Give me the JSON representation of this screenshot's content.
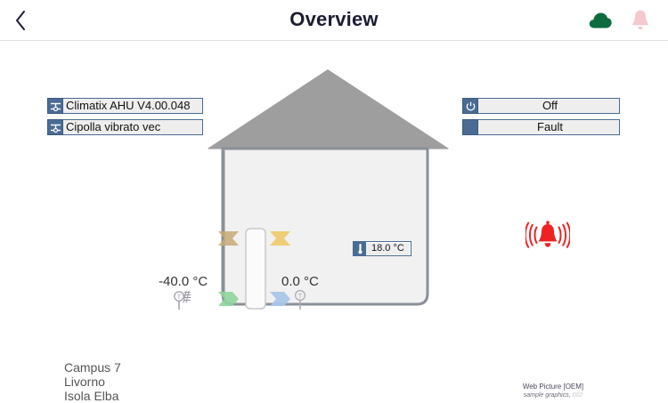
{
  "header": {
    "title": "Overview",
    "back_icon": "chevron-left-icon",
    "cloud_icon": "cloud-icon",
    "bell_icon": "bell-icon"
  },
  "device_boxes": [
    {
      "id": "ahu",
      "icon": "device-schematic-icon",
      "text": "Climatix AHU  V4.00.048"
    },
    {
      "id": "unit",
      "icon": "device-schematic-icon",
      "text": "Cipolla vibrato vec"
    }
  ],
  "status_boxes": [
    {
      "id": "power",
      "icon": "power-icon",
      "text": "Off"
    },
    {
      "id": "fault",
      "icon": "",
      "text": "Fault"
    }
  ],
  "room": {
    "temperature_chip": {
      "icon": "thermometer-icon",
      "value": "18.0 °C"
    }
  },
  "readings": {
    "outdoor": {
      "value": "-40.0 °C",
      "icon": "outdoor-temperature-sensor-icon"
    },
    "supply": {
      "value": "0.0 °C",
      "icon": "temperature-sensor-icon"
    }
  },
  "alarm": {
    "icon": "ringing-alarm-bell-icon"
  },
  "location": {
    "line1": "Campus 7",
    "line2": "Livorno",
    "line3": "Isola Elba"
  },
  "credit": {
    "line1": "Web Picture [OEM]",
    "line2": "sample graphics,",
    "number": "002"
  },
  "colors": {
    "accent_blue": "#4a6c94",
    "roof_gray": "#9e9e9e",
    "wall_gray": "#8a9099",
    "arrow_outdoor": "#c8a973",
    "arrow_exhaust": "#f0c96a",
    "arrow_intake": "#8fd49a",
    "arrow_supply": "#a9c6e8",
    "alarm_red": "#ee2222",
    "cloud_green": "#0d6b3f",
    "bell_pink": "#f6c9cf"
  }
}
